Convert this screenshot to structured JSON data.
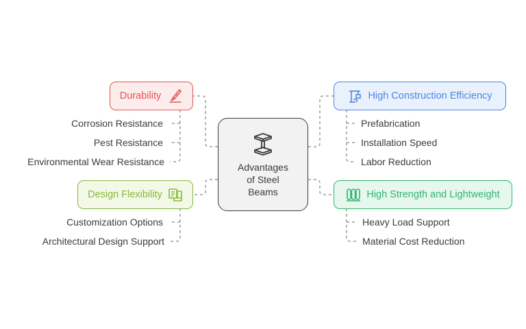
{
  "center": {
    "title": "Advantages\nof Steel\nBeams",
    "icon": "steel-beam-icon"
  },
  "branches": {
    "durability": {
      "label": "Durability",
      "icon": "pen-tool-icon",
      "color": "#e05555",
      "fill": "#fdecec",
      "items": [
        "Corrosion Resistance",
        "Pest Resistance",
        "Environmental Wear Resistance"
      ]
    },
    "design_flexibility": {
      "label": "Design Flexibility",
      "icon": "design-tools-icon",
      "color": "#86b83a",
      "fill": "#f3f9e6",
      "items": [
        "Customization Options",
        "Architectural Design Support"
      ]
    },
    "construction_efficiency": {
      "label": "High Construction Efficiency",
      "icon": "crane-icon",
      "color": "#4a86e0",
      "fill": "#e9f1fd",
      "items": [
        "Prefabrication",
        "Installation Speed",
        "Labor Reduction"
      ]
    },
    "strength": {
      "label": "High Strength and Lightweight",
      "icon": "cylinders-icon",
      "color": "#33b36f",
      "fill": "#e6f7ee",
      "items": [
        "Heavy Load Support",
        "Material Cost Reduction"
      ]
    }
  }
}
